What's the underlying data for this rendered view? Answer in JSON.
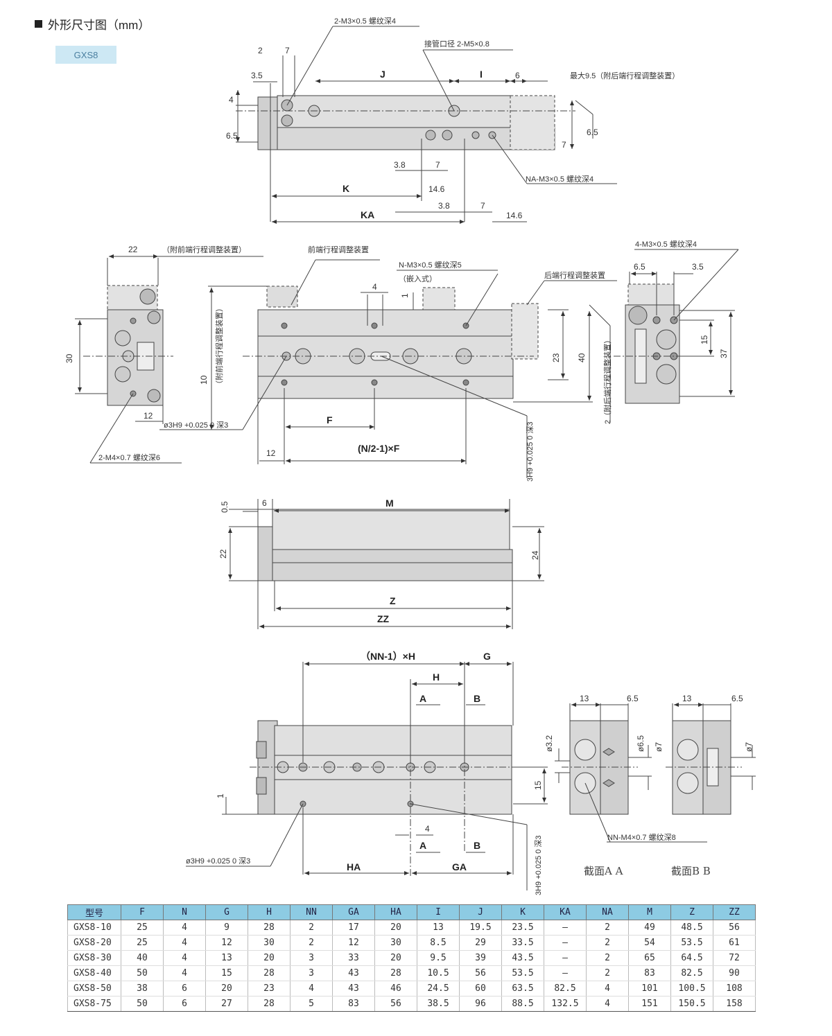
{
  "header": {
    "title": "外形尺寸图（mm）",
    "model_tag": "GXS8"
  },
  "top_view": {
    "labels": {
      "thread_top": "2-M3×0.5 螺纹深4",
      "port": "接管口径 2-M5×0.8",
      "max_adj": "最大9.5（附后端行程调整装置）",
      "na_thread": "NA-M3×0.5 螺纹深4",
      "d2": "2",
      "d7a": "7",
      "d35": "3.5",
      "J": "J",
      "I": "I",
      "d6": "6",
      "d4": "4",
      "d65a": "6.5",
      "d65b": "6.5",
      "d7b": "7",
      "d38a": "3.8",
      "d7c": "7",
      "K": "K",
      "d146a": "14.6",
      "d38b": "3.8",
      "d7d": "7",
      "KA": "KA",
      "d146b": "14.6"
    }
  },
  "middle_view": {
    "labels": {
      "d22": "22",
      "front_adj_note": "（附前端行程调整装置）",
      "front_adj": "前端行程调整装置",
      "n_thread": "N-M3×0.5 螺纹深5",
      "embed": "（嵌入式）",
      "d4": "4",
      "d1": "1",
      "rear_adj": "后端行程调整装置",
      "d30": "30",
      "d10": "10",
      "v_front_note": "（附前端行程调整装置）",
      "d23": "23",
      "d40": "40",
      "v_rear_note": "2（附后端行程调整装置）",
      "d12a": "12",
      "hole": "ø3H9 +0.025 0 深3",
      "m4": "2-M4×0.7 螺纹深6",
      "F": "F",
      "nf": "(N/2-1)×F",
      "d12b": "12",
      "v_hole": "3H9 +0.025 0 深3",
      "m3_4": "4-M3×0.5 螺纹深4",
      "d65": "6.5",
      "d35": "3.5",
      "d15": "15",
      "d37": "37"
    }
  },
  "side_view": {
    "labels": {
      "d05": "0.5",
      "d6": "6",
      "M": "M",
      "d22": "22",
      "d24": "24",
      "Z": "Z",
      "ZZ": "ZZ"
    }
  },
  "bottom_view": {
    "labels": {
      "nnh": "（NN-1）×H",
      "G": "G",
      "H": "H",
      "A1": "A",
      "B1": "B",
      "d15": "15",
      "d1": "1",
      "d4": "4",
      "A2": "A",
      "B2": "B",
      "hole": "ø3H9 +0.025 0 深3",
      "HA": "HA",
      "GA": "GA",
      "v_hole": "3H9 +0.025 0 深3"
    }
  },
  "sections": {
    "labels": {
      "d13a": "13",
      "d65a": "6.5",
      "d13b": "13",
      "d65b": "6.5",
      "d32": "ø3.2",
      "d65c": "ø6.5",
      "d7a": "ø7",
      "d7b": "ø7",
      "nn_thread": "NN-M4×0.7 螺纹深8",
      "sec_a": "截面A A",
      "sec_b": "截面B B"
    }
  },
  "table": {
    "headers": [
      "型号",
      "F",
      "N",
      "G",
      "H",
      "NN",
      "GA",
      "HA",
      "I",
      "J",
      "K",
      "KA",
      "NA",
      "M",
      "Z",
      "ZZ"
    ],
    "rows": [
      [
        "GXS8-10",
        "25",
        "4",
        "9",
        "28",
        "2",
        "17",
        "20",
        "13",
        "19.5",
        "23.5",
        "–",
        "2",
        "49",
        "48.5",
        "56"
      ],
      [
        "GXS8-20",
        "25",
        "4",
        "12",
        "30",
        "2",
        "12",
        "30",
        "8.5",
        "29",
        "33.5",
        "–",
        "2",
        "54",
        "53.5",
        "61"
      ],
      [
        "GXS8-30",
        "40",
        "4",
        "13",
        "20",
        "3",
        "33",
        "20",
        "9.5",
        "39",
        "43.5",
        "–",
        "2",
        "65",
        "64.5",
        "72"
      ],
      [
        "GXS8-40",
        "50",
        "4",
        "15",
        "28",
        "3",
        "43",
        "28",
        "10.5",
        "56",
        "53.5",
        "–",
        "2",
        "83",
        "82.5",
        "90"
      ],
      [
        "GXS8-50",
        "38",
        "6",
        "20",
        "23",
        "4",
        "43",
        "46",
        "24.5",
        "60",
        "63.5",
        "82.5",
        "4",
        "101",
        "100.5",
        "108"
      ],
      [
        "GXS8-75",
        "50",
        "6",
        "27",
        "28",
        "5",
        "83",
        "56",
        "38.5",
        "96",
        "88.5",
        "132.5",
        "4",
        "151",
        "150.5",
        "158"
      ]
    ]
  },
  "colors": {
    "body_fill": "#dcdcdc",
    "body_dark": "#c8c8c8",
    "table_header": "#8dcbe3",
    "line": "#333333"
  }
}
